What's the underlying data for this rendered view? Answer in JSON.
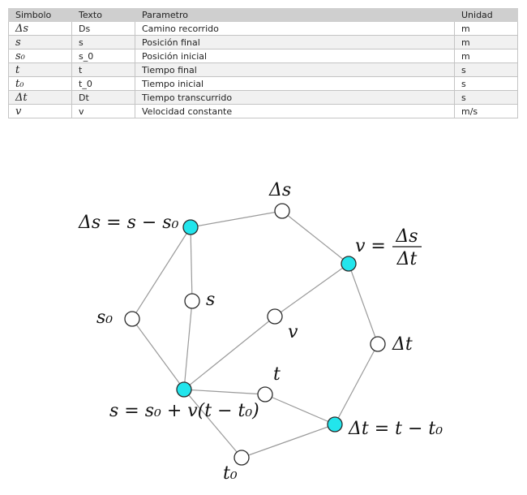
{
  "table": {
    "headers": [
      "Simbolo",
      "Texto",
      "Parametro",
      "Unidad"
    ],
    "rows": [
      {
        "symbol": "Δs",
        "text": "Ds",
        "parameter": "Camino recorrido",
        "unit": "m"
      },
      {
        "symbol": "s",
        "text": "s",
        "parameter": "Posición final",
        "unit": "m"
      },
      {
        "symbol": "s₀",
        "text": "s_0",
        "parameter": "Posición inicial",
        "unit": "m"
      },
      {
        "symbol": "t",
        "text": "t",
        "parameter": "Tiempo final",
        "unit": "s"
      },
      {
        "symbol": "t₀",
        "text": "t_0",
        "parameter": "Tiempo inicial",
        "unit": "s"
      },
      {
        "symbol": "Δt",
        "text": "Dt",
        "parameter": "Tiempo transcurrido",
        "unit": "s"
      },
      {
        "symbol": "v",
        "text": "v",
        "parameter": "Velocidad constante",
        "unit": "m/s"
      }
    ]
  },
  "graph": {
    "colors": {
      "equation_node": "#22e5ec",
      "variable_node": "#ffffff",
      "edge": "#9a9a9a"
    },
    "nodes": [
      {
        "id": "eq-ds",
        "kind": "equation",
        "label": "Δs = s − s₀"
      },
      {
        "id": "ds",
        "kind": "variable",
        "label": "Δs"
      },
      {
        "id": "eq-v",
        "kind": "equation",
        "label": "v = Δs / Δt"
      },
      {
        "id": "dt",
        "kind": "variable",
        "label": "Δt"
      },
      {
        "id": "eq-dt",
        "kind": "equation",
        "label": "Δt = t − t₀"
      },
      {
        "id": "t0",
        "kind": "variable",
        "label": "t₀"
      },
      {
        "id": "eq-s",
        "kind": "equation",
        "label": "s = s₀ + v(t − t₀)"
      },
      {
        "id": "s0",
        "kind": "variable",
        "label": "s₀"
      },
      {
        "id": "s",
        "kind": "variable",
        "label": "s"
      },
      {
        "id": "v",
        "kind": "variable",
        "label": "v"
      },
      {
        "id": "t",
        "kind": "variable",
        "label": "t"
      }
    ],
    "edges": [
      [
        "eq-ds",
        "ds"
      ],
      [
        "ds",
        "eq-v"
      ],
      [
        "eq-v",
        "dt"
      ],
      [
        "dt",
        "eq-dt"
      ],
      [
        "eq-dt",
        "t0"
      ],
      [
        "t0",
        "eq-s"
      ],
      [
        "eq-s",
        "s0"
      ],
      [
        "s0",
        "eq-ds"
      ],
      [
        "eq-ds",
        "s"
      ],
      [
        "s",
        "eq-s"
      ],
      [
        "eq-s",
        "v"
      ],
      [
        "v",
        "eq-v"
      ],
      [
        "eq-s",
        "t"
      ],
      [
        "t",
        "eq-dt"
      ]
    ]
  }
}
